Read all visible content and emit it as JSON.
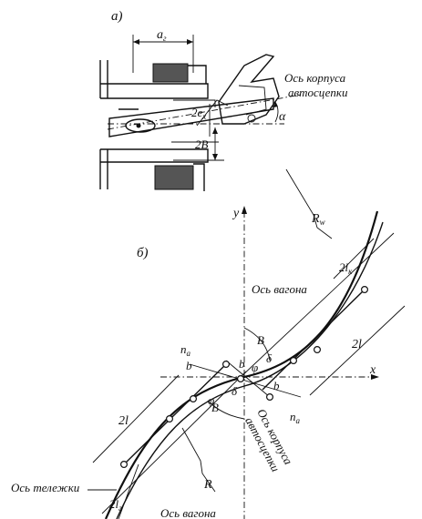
{
  "labels": {
    "part_a": "а)",
    "part_b": "б)",
    "a_r": "a",
    "a_r_sub": "г",
    "body_axis_top_1": "Ось корпуса",
    "body_axis_top_2": "автосцепки",
    "two_e_x": "2е",
    "two_e_x_sub": "x",
    "two_B": "2B",
    "alpha": "α",
    "y_axis": "y",
    "x_axis": "x",
    "R_top": "R",
    "R_top_sub": "w",
    "two_l_k": "2l",
    "two_l_k_sub": "к",
    "car_axis_top": "Ось вагона",
    "two_l_right": "2l",
    "n_a_left": "n",
    "n_a_left_sub": "a",
    "n_a_right": "n",
    "n_a_right_sub": "a",
    "beta_top": "B",
    "beta_bottom": "B",
    "delta_top": "δ",
    "delta_bottom": "δ",
    "phi_top": "φ",
    "phi_bottom": "φ",
    "b_left": "b",
    "b_right": "b",
    "b_center": "b",
    "body_axis_bottom_1": "Ось корпуса",
    "body_axis_bottom_2": "автосцепки",
    "two_l_left": "2l",
    "bogie_axis": "Ось тележки",
    "two_l_r": "2l",
    "two_l_r_sub": "г",
    "R_bottom": "R",
    "car_axis_bottom": "Ось вагона"
  }
}
